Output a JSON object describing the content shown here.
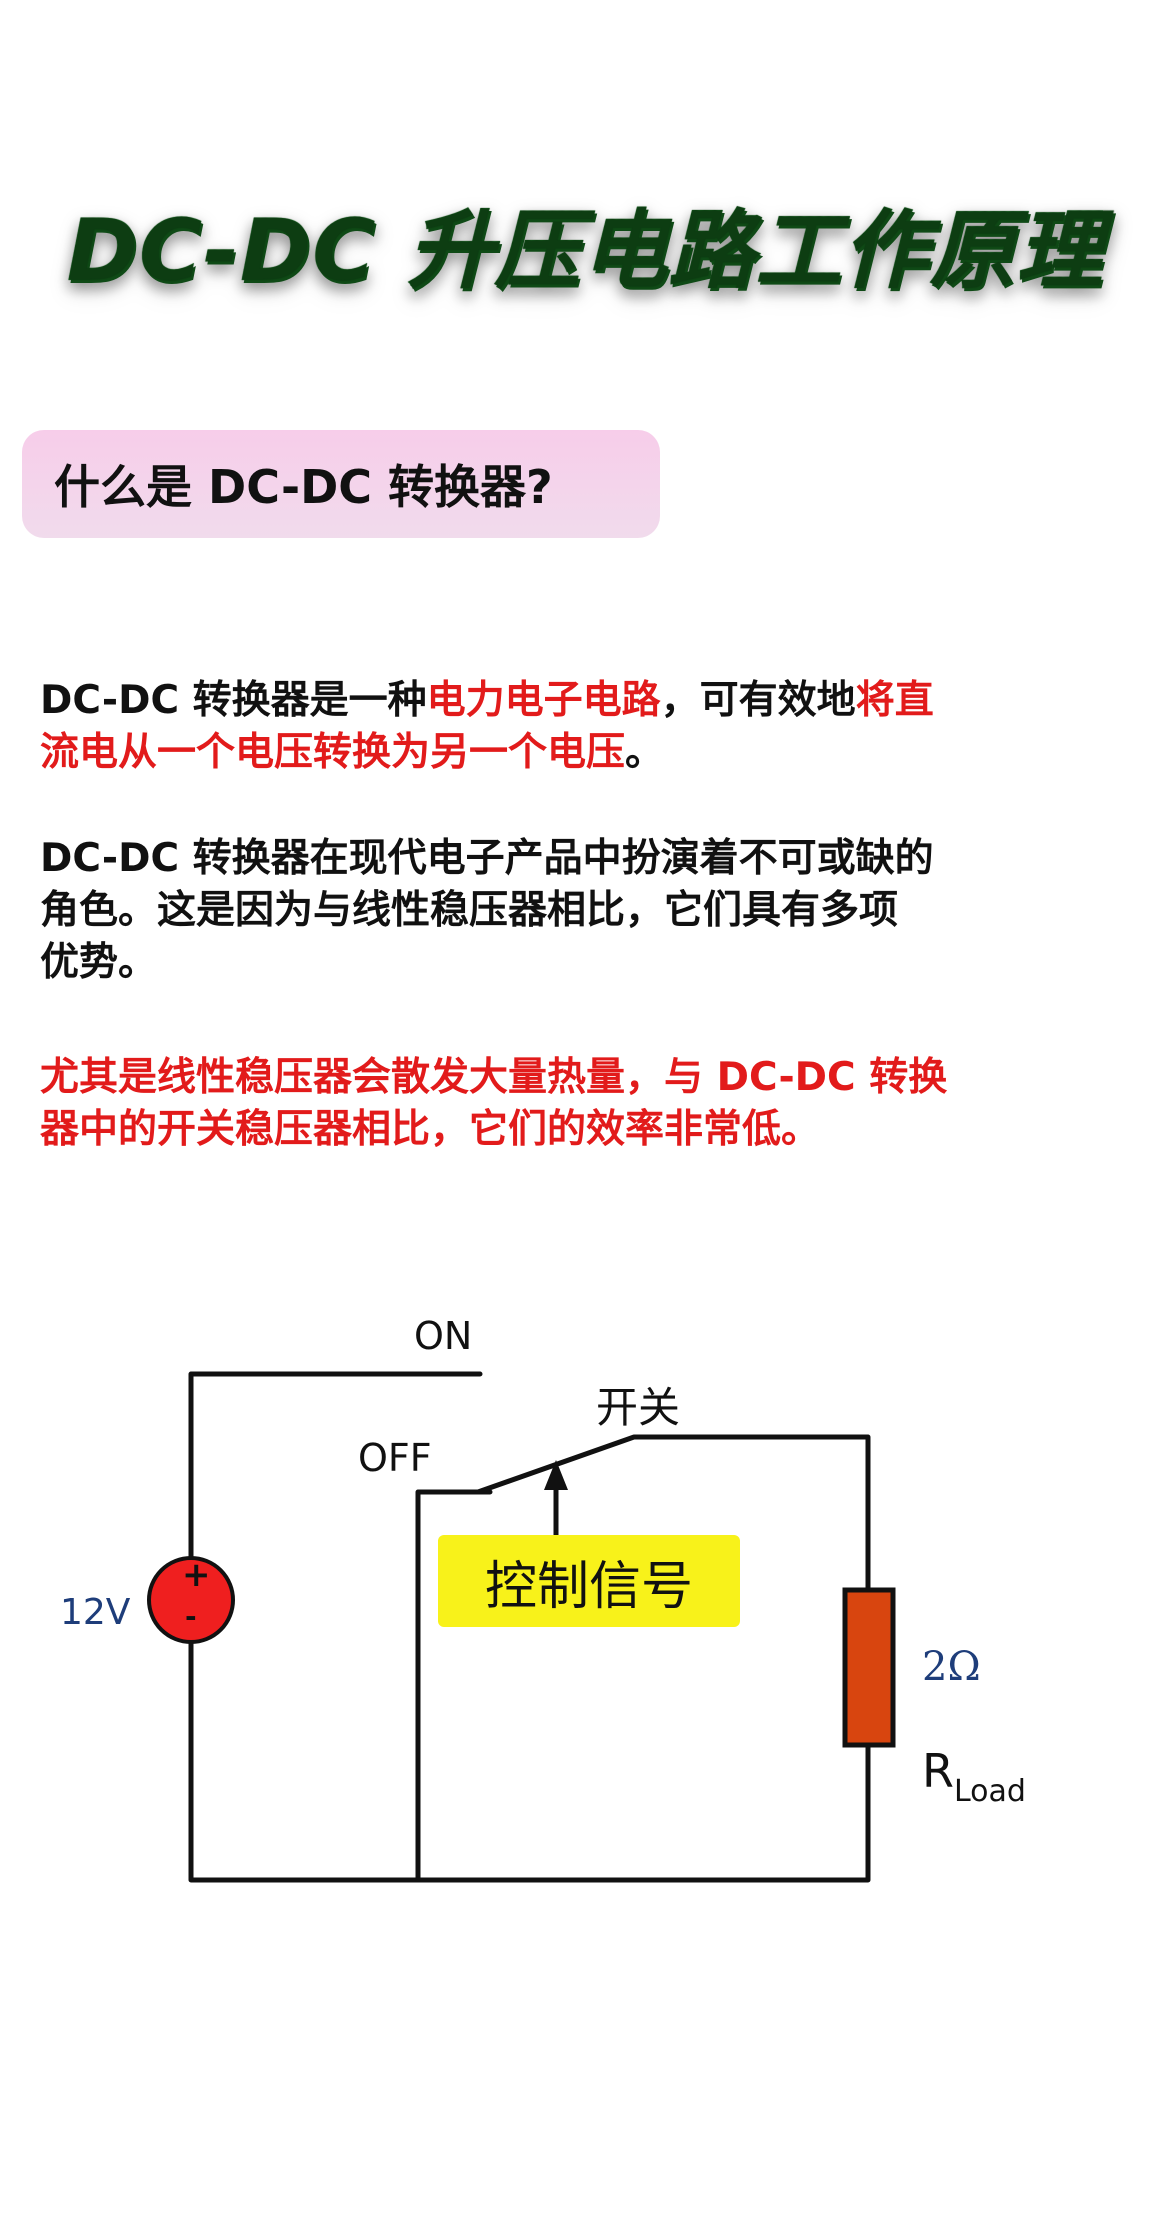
{
  "title": "DC-DC 升压电路工作原理",
  "section_label": "什么是 DC-DC 转换器?",
  "paragraphs": {
    "p1": {
      "line1": [
        {
          "text": "DC-DC 转换器是一种",
          "color": "black"
        },
        {
          "text": "电力电子电路",
          "color": "red"
        },
        {
          "text": "，可有效地",
          "color": "black"
        },
        {
          "text": "将直",
          "color": "red"
        }
      ],
      "line2": [
        {
          "text": "流电从一个电压转换为另一个电压",
          "color": "red"
        },
        {
          "text": "。",
          "color": "black"
        }
      ]
    },
    "p2": {
      "line1": "DC-DC 转换器在现代电子产品中扮演着不可或缺的",
      "line2": "角色。这是因为与线性稳压器相比，它们具有多项",
      "line3": "优势。"
    },
    "p3": {
      "line1": "尤其是线性稳压器会散发大量热量，与 DC-DC 转换",
      "line2": "器中的开关稳压器相比，它们的效率非常低。"
    }
  },
  "circuit": {
    "switch_on_label": "ON",
    "switch_off_label": "OFF",
    "switch_label": "开关",
    "control_signal_label": "控制信号",
    "source_voltage": "12V",
    "source_plus": "+",
    "source_minus": "-",
    "resistance_value": "2Ω",
    "resistor_name": "R",
    "resistor_subscript": "Load"
  },
  "colors": {
    "title_green": "#1f7a2a",
    "highlight_red": "#e21b1b",
    "label_pink": "#f7cdea",
    "control_yellow": "#f8f21a",
    "source_red": "#ef1f1f",
    "resistor_orange": "#d8450f",
    "value_blue": "#1e3d7a"
  }
}
